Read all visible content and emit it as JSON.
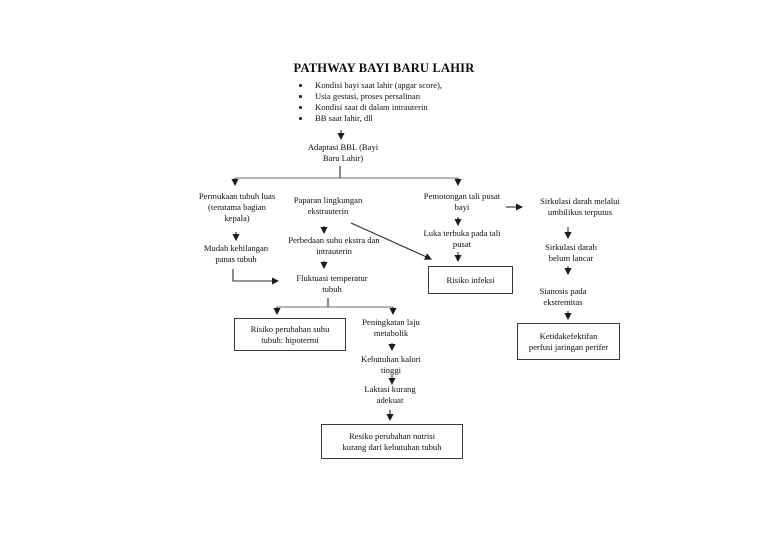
{
  "page": {
    "title": "PATHWAY BAYI BARU LAHIR"
  },
  "bullets": [
    "Kondisi bayi saat lahir (apgar score),",
    "Usia gestasi, proses persalinan",
    "Kondisi saat di dalam intrauterin",
    "BB saat lahir, dll"
  ],
  "nodes": {
    "adaptasi_bbl": "Adaptasi BBL (Bayi\nBaru Lahir)",
    "permukaan_tubuh": "Permukaan tubuh luas\n(terutama bagian\nkepala)",
    "mudah_kehilangan": "Mudah kehilangan\npanas tubuh",
    "paparan_lingkungan": "Paparan lingkungan\nekstrauterin",
    "perbedaan_suhu": "Perbedaan suhu ekstra dan\nintrauterin",
    "fluktuasi_temperatur": "Fluktuasi temperatur\ntubuh",
    "peningkatan_laju": "Peningkatan laju\nmetabolik",
    "kebutuhan_kalori": "Kebutuhan kalori\ntinggi",
    "laktasi_kurang": "Laktasi kurang\nadekuat",
    "pemotongan_tali": "Pemotongan tali pusat\nbayi",
    "luka_terbuka": "Luka terbuka pada tali\npusat",
    "sirkulasi_umbilikus": "Sirkulasi darah melalui\numbilikus terputus",
    "sirkulasi_belum_lancar": "Sirkulasi darah\nbelum lancar",
    "sianosis_ekstremitas": "Sianosis pada\nekstremitas"
  },
  "diagnosis_boxes": {
    "risiko_perubahan_suhu": "Risiko perubahan suhu\ntubuh: hipotermi",
    "risiko_infeksi": "Risiko infeksi",
    "ketidakefektifan_perfusi": "Ketidakefektifan\nperfusi jaringan perifer",
    "resiko_perubahan_nutrisi": "Resiko perubahan nutrisi\nkurang dari kebutuhan tubuh"
  },
  "colors": {
    "background": "#ffffff",
    "text": "#0d0d0d",
    "line": "#2b2b2b",
    "box_border": "#3a3a3a"
  }
}
